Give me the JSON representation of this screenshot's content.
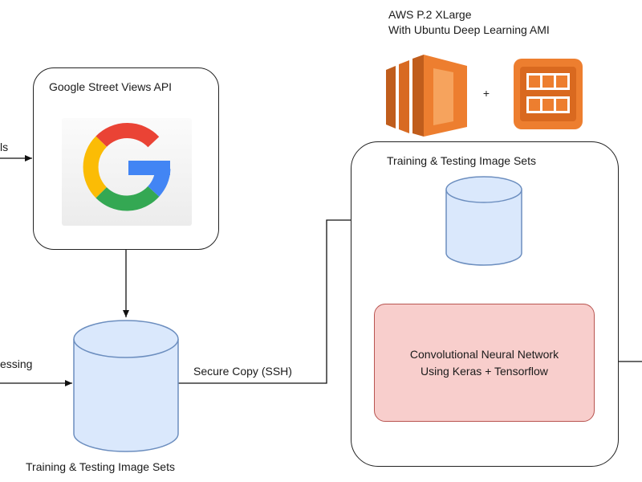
{
  "diagram": {
    "aws": {
      "line1": "AWS P.2 XLarge",
      "line2": "With Ubuntu Deep Learning AMI",
      "plus": "+",
      "orange": "#ed7e2f"
    },
    "google_api": {
      "title": "Google Street Views API"
    },
    "left_arrow_top_label": "ls",
    "left_arrow_bottom_label": "essing",
    "local_db_label": "Training & Testing Image Sets",
    "ssh_label": "Secure Copy (SSH)",
    "aws_container": {
      "title": "Training & Testing Image Sets"
    },
    "cnn": {
      "line1": "Convolutional Neural Network",
      "line2": "Using Keras + Tensorflow"
    },
    "colors": {
      "db_fill": "#dae8fc",
      "db_stroke": "#6c8ebf",
      "cnn_fill": "#f8cecc",
      "cnn_stroke": "#b85450"
    },
    "icons": [
      "google-g-icon",
      "ec2-instance-icon",
      "ami-icon"
    ]
  }
}
